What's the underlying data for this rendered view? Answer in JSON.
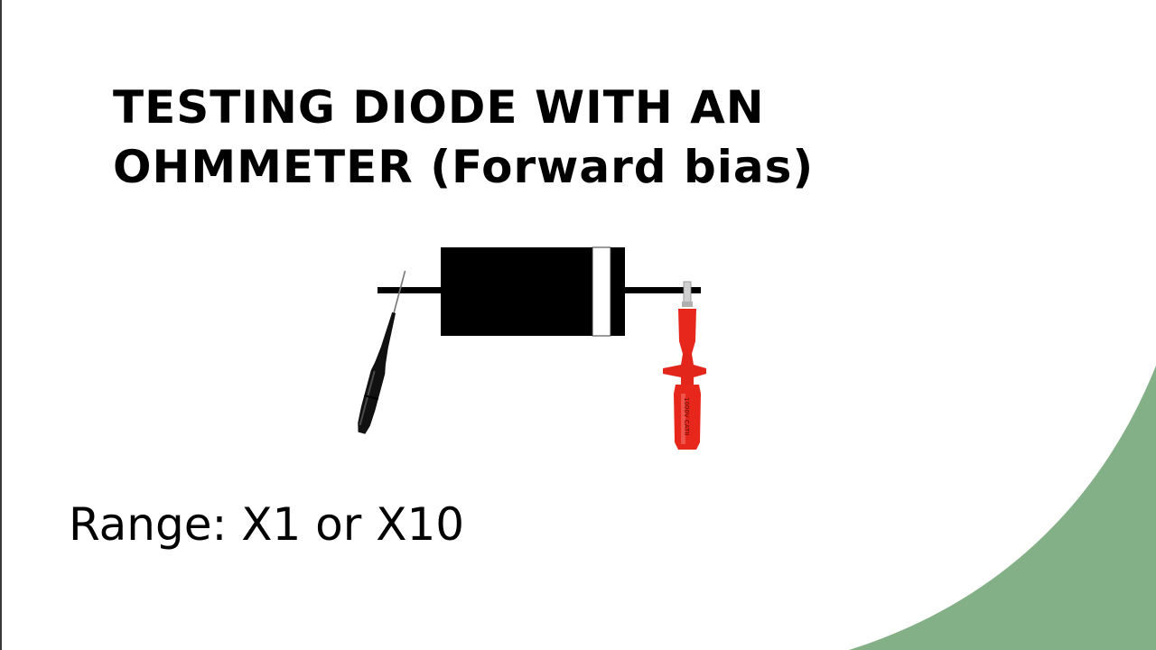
{
  "title": {
    "line1": "TESTING DIODE WITH AN",
    "line2": "OHMMETER (Forward bias)"
  },
  "range_text": "Range: X1 or X10",
  "probe_marking": "1000V CATII",
  "colors": {
    "background": "#ffffff",
    "accent_green": "#84b088",
    "diode_body": "#000000",
    "cathode_band": "#ffffff",
    "probe_black": "#111111",
    "probe_red": "#e8271c"
  },
  "icons": {
    "diode": "diode-component",
    "black_probe": "black-test-probe",
    "red_probe": "red-test-probe"
  }
}
